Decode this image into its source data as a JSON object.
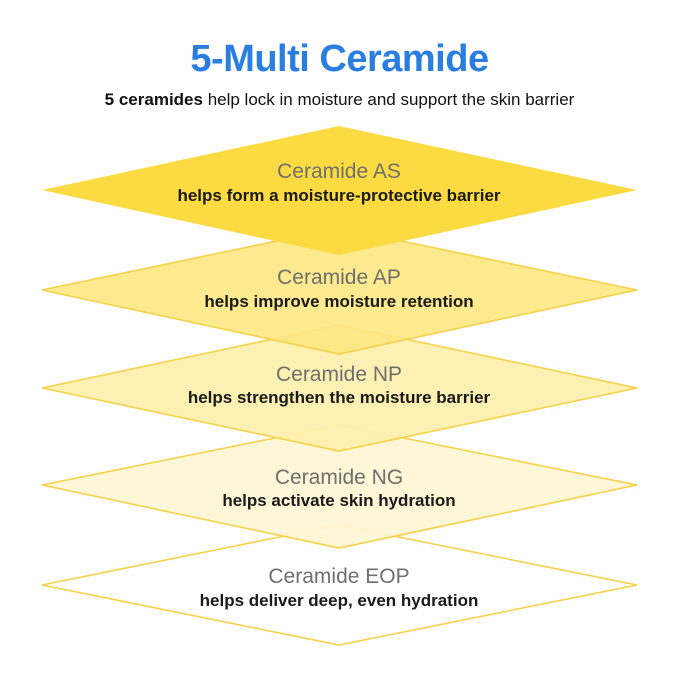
{
  "title": "5-Multi Ceramide",
  "subtitle": {
    "bold": "5 ceramides",
    "rest": " help lock in moisture and support the skin barrier"
  },
  "colors": {
    "title": "#2a7de1",
    "layer_fills": [
      "#fcdb42",
      "#fde784",
      "#fdefad",
      "#fef6d4",
      "#ffffff"
    ],
    "layer_stroke": "#f5d24a"
  },
  "layers": [
    {
      "name": "Ceramide AS",
      "description": "helps form a moisture-protective barrier"
    },
    {
      "name": "Ceramide AP",
      "description": "helps improve moisture retention"
    },
    {
      "name": "Ceramide NP",
      "description": "helps strengthen the moisture barrier"
    },
    {
      "name": "Ceramide NG",
      "description": "helps activate skin hydration"
    },
    {
      "name": "Ceramide EOP",
      "description": "helps deliver deep, even hydration"
    }
  ]
}
